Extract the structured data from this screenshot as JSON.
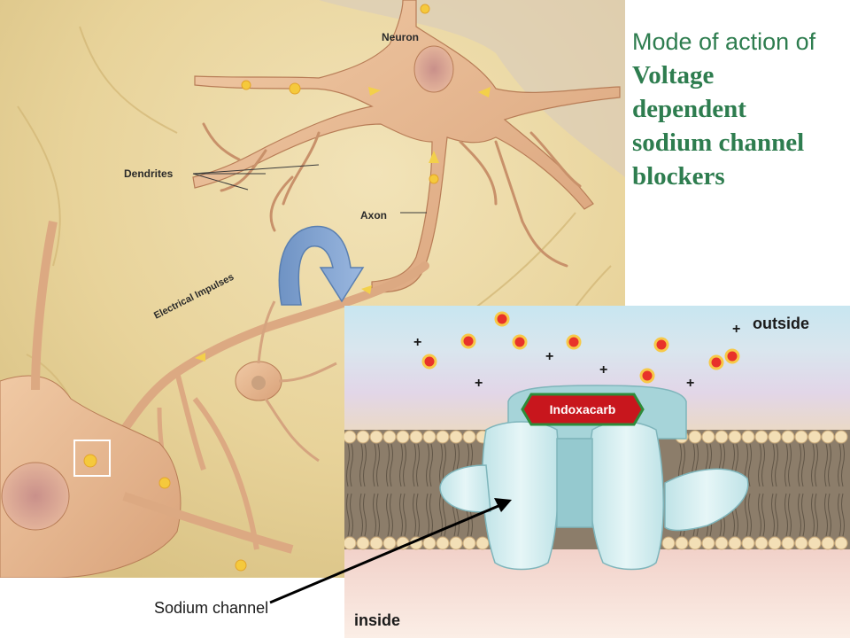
{
  "title": {
    "line1": "Mode of action of",
    "rest": "Voltage\ndependent\nsodium channel\nblockers"
  },
  "neuron_labels": {
    "neuron": "Neuron",
    "dendrites": "Dendrites",
    "axon": "Axon",
    "impulses": "Electrical Impulses"
  },
  "channel": {
    "blocker_label": "Indoxacarb",
    "outside_label": "outside",
    "inside_label": "inside",
    "charge_symbol": "+"
  },
  "callout": {
    "sodium_channel_label": "Sodium channel"
  },
  "colors": {
    "title_green": "#2e7d4f",
    "badge_red": "#c8161d",
    "badge_border": "#2e8b3a",
    "ion_fill": "#e8322a",
    "ion_ring": "#f7c948",
    "channel_protein": "#cdebee",
    "neuron_bg": "#eedca6"
  }
}
